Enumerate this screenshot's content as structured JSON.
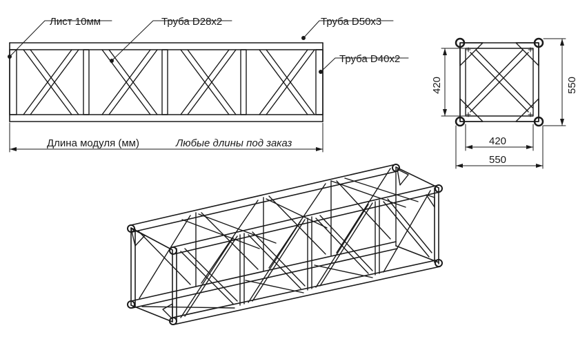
{
  "labels": {
    "sheet": "Лист 10мм",
    "pipe_brace": "Труба D28x2",
    "pipe_chord": "Труба D50x3",
    "pipe_frame": "Труба D40x2",
    "module_length": "Длина модуля (мм)",
    "custom_length": "Любые длины под заказ"
  },
  "dimensions": {
    "height_inner": "420",
    "height_outer": "550",
    "width_inner": "420",
    "width_outer": "550"
  },
  "colors": {
    "stroke": "#1a1a1a",
    "background": "#ffffff"
  }
}
